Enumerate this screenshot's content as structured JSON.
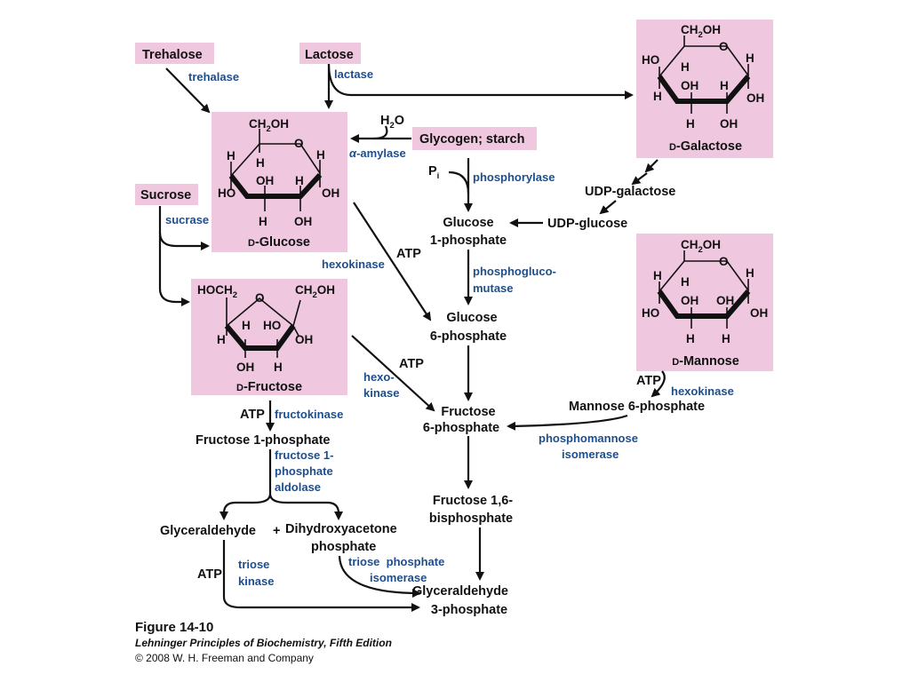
{
  "compounds": {
    "trehalose": "Trehalose",
    "lactose": "Lactose",
    "sucrose": "Sucrose",
    "glycogen_starch": "Glycogen; starch",
    "h2o_h": "H",
    "h2o_sub": "2",
    "h2o_o": "O",
    "pi_p": "P",
    "pi_sub": "i",
    "glucose_1_phosphate": [
      "Glucose",
      "1-phosphate"
    ],
    "glucose_6_phosphate": [
      "Glucose",
      "6-phosphate"
    ],
    "fructose_6_phosphate": [
      "Fructose",
      "6-phosphate"
    ],
    "fructose_16_bisphosphate": [
      "Fructose 1,6-",
      "bisphosphate"
    ],
    "glyceraldehyde_3_phosphate": [
      "Glyceraldehyde",
      "3-phosphate"
    ],
    "udp_galactose": "UDP-galactose",
    "udp_glucose": "UDP-glucose",
    "mannose_6_phosphate": "Mannose 6-phosphate",
    "fructose_1_phosphate": "Fructose 1-phosphate",
    "glyceraldehyde": "Glyceraldehyde",
    "plus": "+",
    "dihydroxyacetone_phosphate": [
      "Dihydroxyacetone",
      "phosphate"
    ],
    "atp": "ATP"
  },
  "enzymes": {
    "trehalase": "trehalase",
    "lactase": "lactase",
    "sucrase": "sucrase",
    "alpha_amylase_greek": "α",
    "alpha_amylase_rest": "-amylase",
    "phosphorylase": "phosphorylase",
    "phosphoglucomutase": [
      "phosphogluco-",
      "mutase"
    ],
    "hexokinase": "hexokinase",
    "hexokinase_split": [
      "hexo-",
      "kinase"
    ],
    "hexokinase_mannose": "hexokinase",
    "fructokinase": "fructokinase",
    "fructose_1_phosphate_aldolase": [
      "fructose 1-",
      "phosphate",
      "aldolase"
    ],
    "phosphomannose_isomerase": [
      "phosphomannose",
      "isomerase"
    ],
    "triose_kinase": [
      "triose",
      "kinase"
    ],
    "triose_phosphate_isomerase": [
      "triose  phosphate",
      "isomerase"
    ]
  },
  "sugars": {
    "glucose": {
      "prefix": "D",
      "name": "-Glucose",
      "labels": {
        "ch2oh": "CH",
        "ch2oh_sub": "2",
        "ch2oh_tail": "OH",
        "o": "O",
        "h1": "H",
        "h2": "H",
        "h3": "H",
        "h4": "H",
        "h5": "H",
        "oh1": "OH",
        "oh2": "OH",
        "oh3": "OH",
        "ho": "HO"
      }
    },
    "galactose": {
      "prefix": "D",
      "name": "-Galactose",
      "labels": {
        "ch2oh": "CH",
        "ch2oh_sub": "2",
        "ch2oh_tail": "OH",
        "o": "O",
        "ho": "HO",
        "h1": "H",
        "h2": "H",
        "oh1": "OH",
        "h3": "H",
        "oh2": "OH",
        "h4": "H",
        "oh3": "OH",
        "h5": "H"
      }
    },
    "mannose": {
      "prefix": "D",
      "name": "-Mannose",
      "labels": {
        "ch2oh": "CH",
        "ch2oh_sub": "2",
        "ch2oh_tail": "OH",
        "o": "O",
        "h1": "H",
        "h2": "H",
        "ho": "HO",
        "oh1": "OH",
        "oh2": "OH",
        "oh3": "OH",
        "h3": "H",
        "h4": "H",
        "h5": "H"
      }
    },
    "fructose": {
      "prefix": "D",
      "name": "-Fructose",
      "labels": {
        "hoch2_main": "HOCH",
        "hoch2_sub": "2",
        "ch2oh": "CH",
        "ch2oh_sub": "2",
        "ch2oh_tail": "OH",
        "o": "O",
        "h1": "H",
        "h2": "H",
        "ho": "HO",
        "oh1": "OH",
        "oh2": "OH",
        "h3": "H"
      }
    }
  },
  "caption": {
    "figure": "Figure 14-10",
    "book": "Lehninger Principles of Biochemistry, Fifth Edition",
    "copyright": "© 2008 W. H. Freeman and Company"
  },
  "colors": {
    "box_fill": "#efc8df",
    "enzyme_text": "#1f4e8c",
    "line": "#111111"
  }
}
